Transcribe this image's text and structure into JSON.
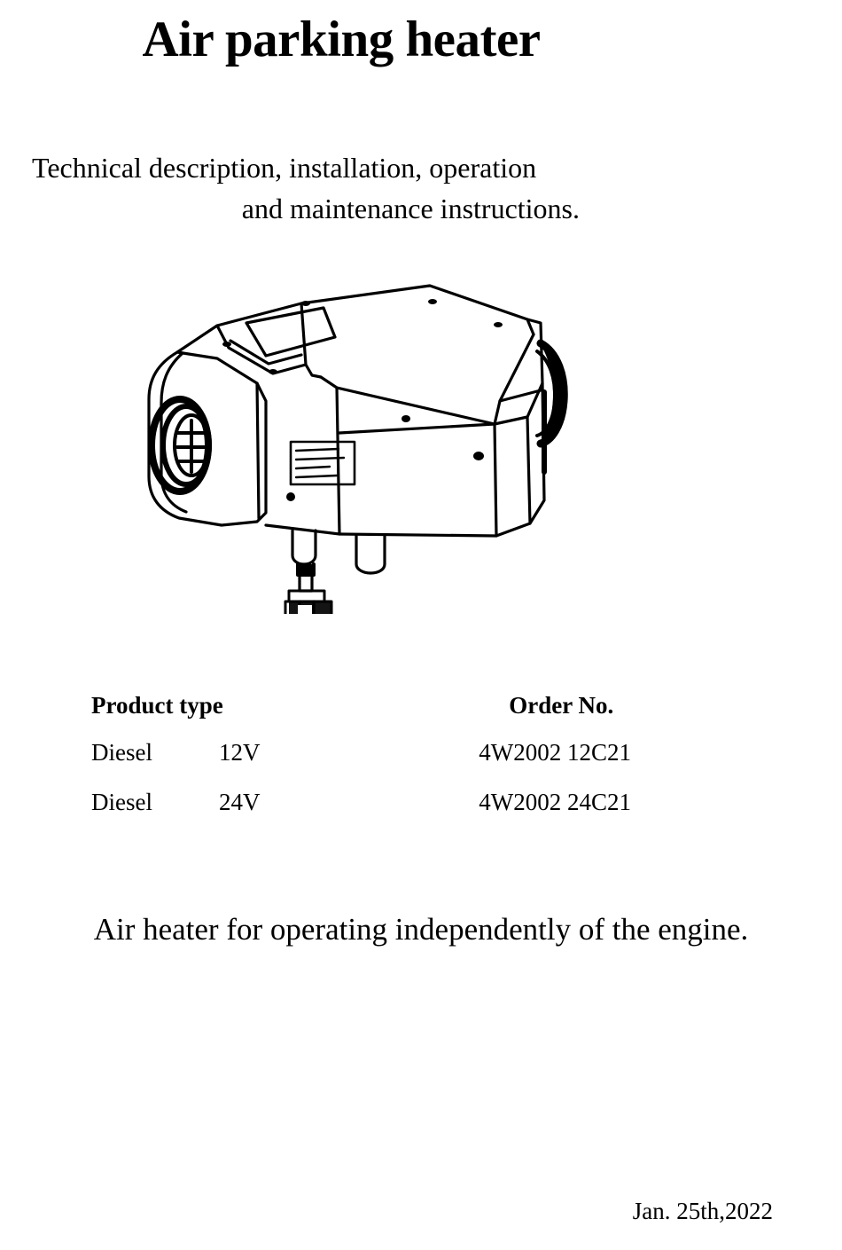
{
  "document": {
    "title": "Air parking heater",
    "subtitle_line_1": "Technical description, installation, operation",
    "subtitle_line_2": "and maintenance instructions.",
    "tagline": "Air heater for operating independently of the engine.",
    "date": "Jan. 25th,2022",
    "page_background": "#ffffff",
    "ink_color": "#000000"
  },
  "figure": {
    "caption": "",
    "alt": "line-drawing-of-diesel-air-parking-heater-unit",
    "label_plate_text": ""
  },
  "spec_table": {
    "headers": {
      "product_type": "Product type",
      "order_no": "Order No."
    },
    "rows": [
      {
        "fuel": "Diesel",
        "voltage": "12V",
        "order_no": "4W2002 12C21"
      },
      {
        "fuel": "Diesel",
        "voltage": "24V",
        "order_no": "4W2002 24C21"
      }
    ]
  }
}
